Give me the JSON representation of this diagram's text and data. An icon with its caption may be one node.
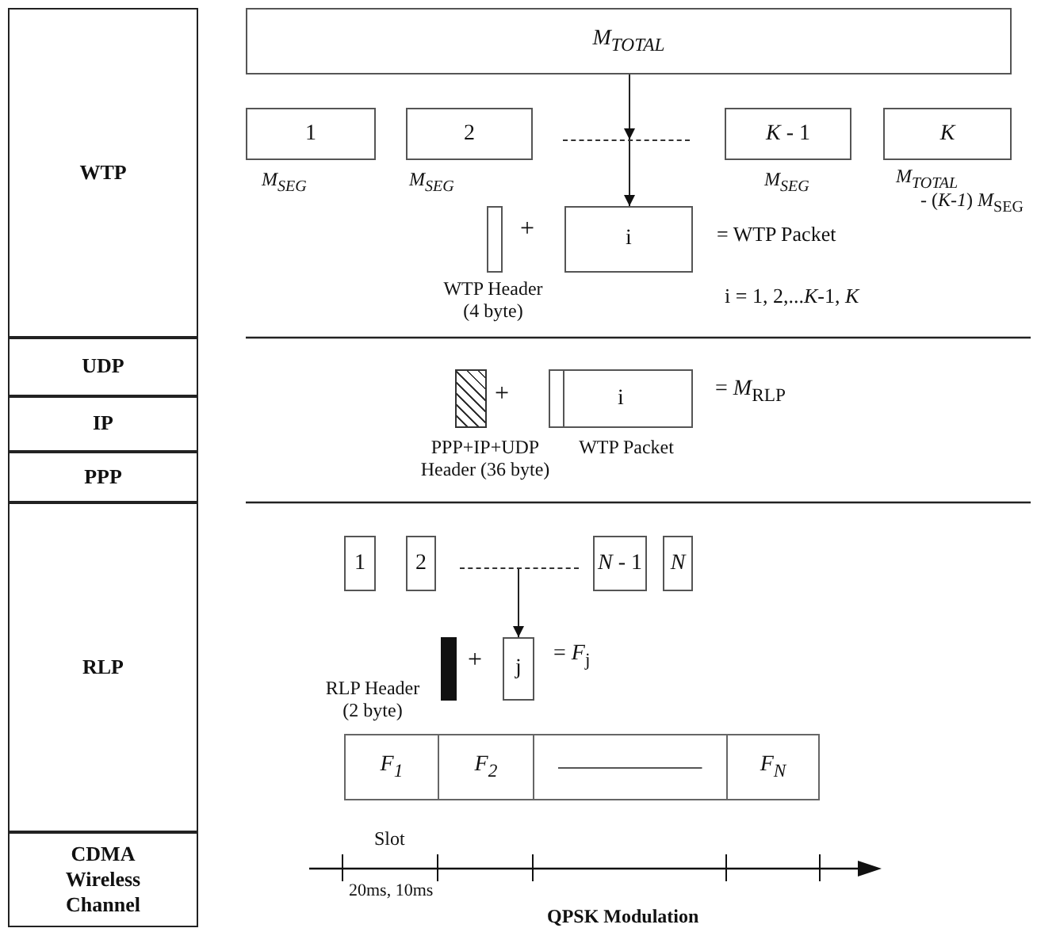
{
  "diagram": {
    "nodes": [
      {
        "text": [
          "WTP"
        ]
      },
      {
        "text": [
          "UDP"
        ]
      },
      {
        "text": [
          "IP"
        ]
      },
      {
        "text": [
          "PPP"
        ]
      },
      {
        "text": [
          "RLP"
        ]
      },
      {
        "text": [
          "CDMA Wireless Channel"
        ]
      },
      {
        "text": [
          "M$_{TOTAL}$"
        ]
      },
      {
        "text": [
          "1"
        ],
        "beside": [
          "M$_{SEG}$"
        ]
      },
      {
        "text": [
          "2"
        ],
        "beside": [
          "M$_{SEG}$"
        ]
      },
      {
        "text": [],
        "shape": "line"
      },
      {
        "text": [
          "*K* - 1"
        ],
        "beside": [
          "M$_{SEG}$"
        ]
      },
      {
        "text": [
          "K"
        ],
        "beside": [
          "M$_{TOTAL}$",
          "- (*K-1*) *M*$_{SEG}$"
        ]
      },
      {
        "text": [],
        "shape": "box",
        "beside": [
          "WTP Header (4 byte)"
        ]
      },
      {
        "text": [
          "i"
        ]
      },
      {
        "text": [],
        "shape": "box",
        "beside": [
          "PPP+IP+UDP Header (36 byte)"
        ]
      },
      {
        "text": [
          "i"
        ],
        "beside": [
          "WTP Packet"
        ]
      },
      {
        "text": [
          "1"
        ]
      },
      {
        "text": [
          "2"
        ]
      },
      {
        "text": [],
        "shape": "line"
      },
      {
        "text": [
          "*N* - 1"
        ]
      },
      {
        "text": [
          "N"
        ]
      },
      {
        "text": [],
        "shape": "bar",
        "beside": [
          "RLP Header (2 byte)"
        ]
      },
      {
        "text": [
          "j"
        ]
      },
      {
        "text": [
          "F$_{1}$"
        ]
      },
      {
        "text": [
          "F$_{2}$"
        ]
      },
      {
        "text": [],
        "shape": "box"
      },
      {
        "text": [
          "F$_{N}$"
        ]
      }
    ],
    "edges": [
      {
        "from": 6,
        "to": 9,
        "arrow": "to"
      },
      {
        "from": 9,
        "to": 13,
        "arrow": "to"
      },
      {
        "from": 18,
        "to": 22,
        "arrow": "to"
      }
    ],
    "labels": [
      "+",
      "= WTP Packet",
      "i = 1, 2,...*K*-1, *K*",
      "+",
      "= *M*$_{RLP}$",
      "+",
      "= *F*$_{j}$",
      "Slot",
      "20ms, 10ms",
      "QPSK Modulation"
    ]
  }
}
